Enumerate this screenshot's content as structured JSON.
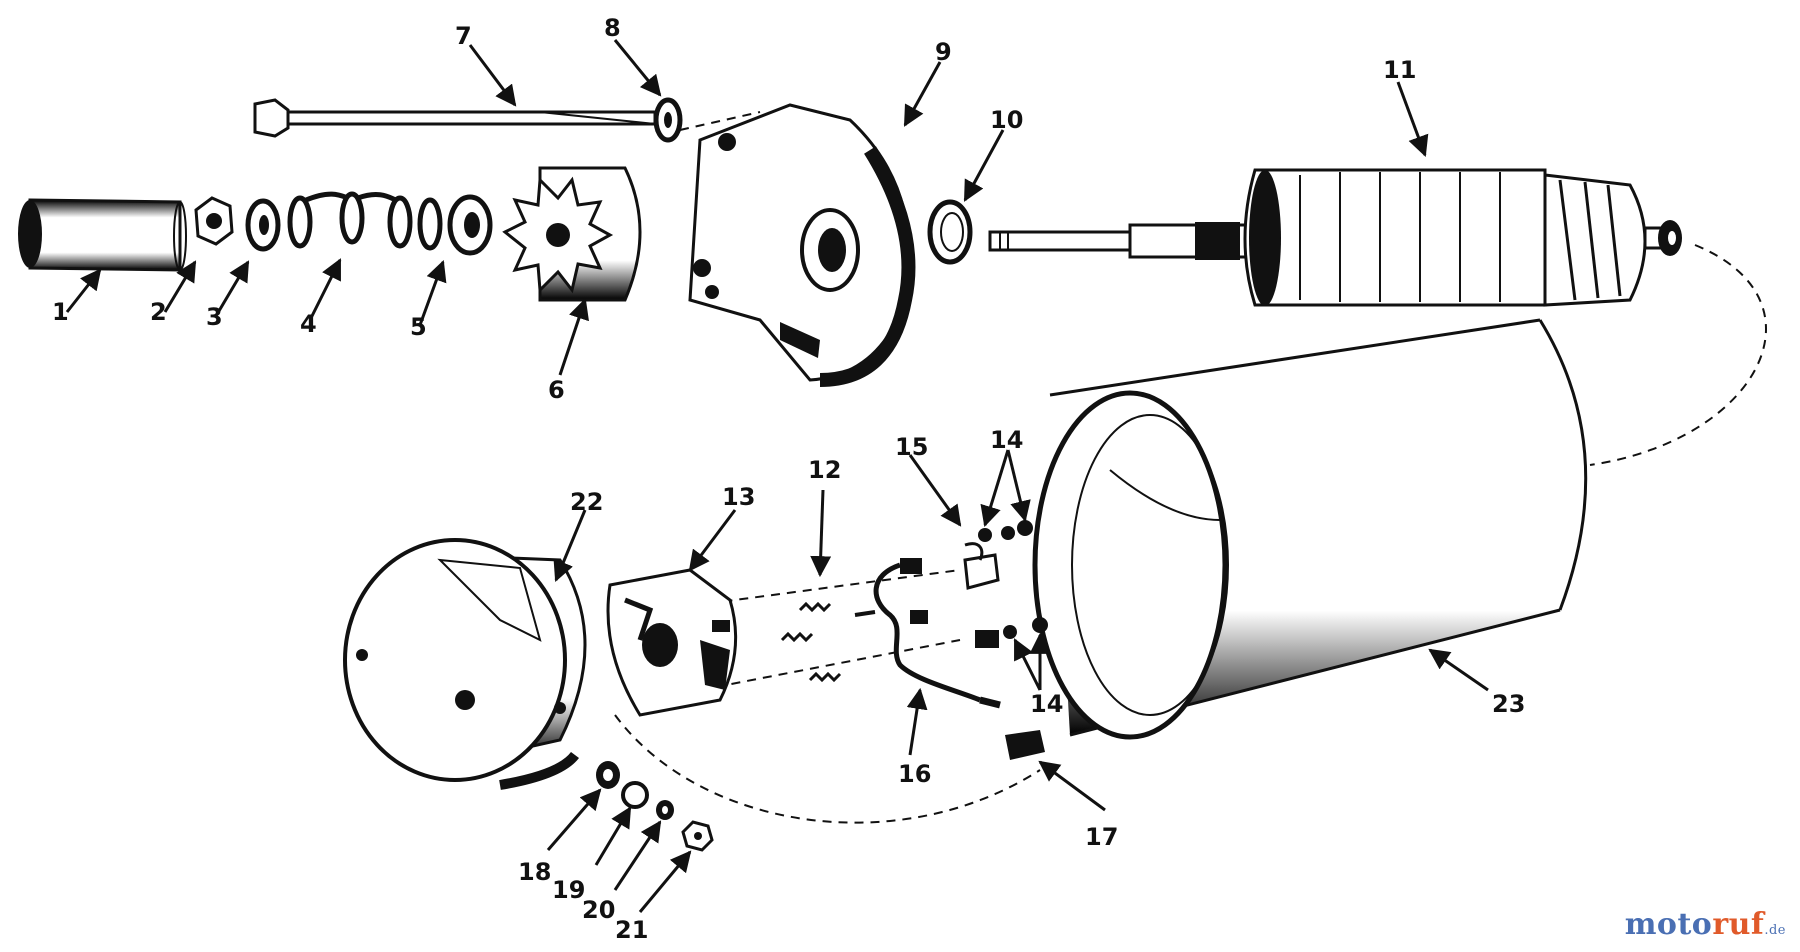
{
  "labels": {
    "p1": "1",
    "p2": "2",
    "p3": "3",
    "p4": "4",
    "p5": "5",
    "p6": "6",
    "p7": "7",
    "p8": "8",
    "p9": "9",
    "p10": "10",
    "p11": "11",
    "p12": "12",
    "p13": "13",
    "p14a": "14",
    "p14b": "14",
    "p15": "15",
    "p16": "16",
    "p17": "17",
    "p18": "18",
    "p19": "19",
    "p20": "20",
    "p21": "21",
    "p22": "22",
    "p23": "23"
  },
  "watermark": {
    "part1": "moto",
    "part2": "ruf",
    "part3": ".de"
  },
  "colors": {
    "ink": "#111111",
    "brand_blue": "#4a6fb3",
    "brand_orange": "#e05a2a"
  }
}
